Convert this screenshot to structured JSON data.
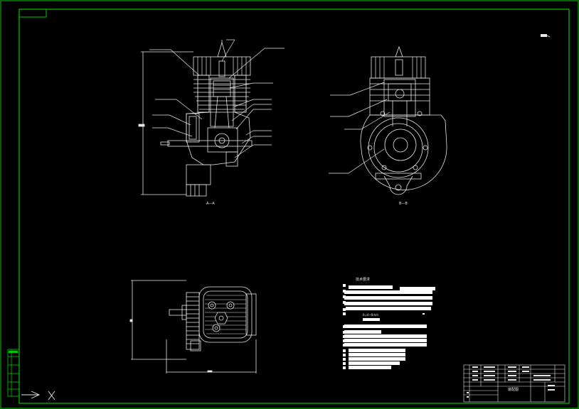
{
  "views": {
    "section_a": "A—A",
    "section_b": "B—B"
  },
  "tech_notes": {
    "title": "技术要求",
    "fit_note": "δ=4~6mm"
  },
  "title_block": {
    "drawing_title": "装配图"
  },
  "colors": {
    "background": "#000000",
    "frame": "#00c800",
    "lines": "#e8e8e8",
    "text": "#ffffff"
  }
}
